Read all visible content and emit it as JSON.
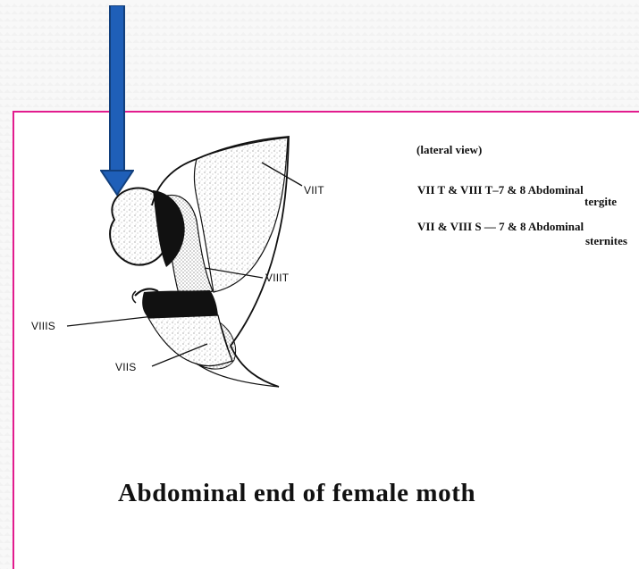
{
  "diagram": {
    "view_label": "(lateral view)",
    "legend": [
      "VII T & VIII  T–7 & 8 Abdominal",
      "tergite",
      "VII & VIII S — 7 & 8 Abdominal",
      "sternites"
    ],
    "labels": {
      "viit": "VIIT",
      "viiit": "VIIIT",
      "viiis": "VIIIS",
      "viis": "VIIS"
    },
    "caption": "Abdominal end of female moth"
  },
  "colors": {
    "accent_border": "#e21c8e",
    "arrow_fill": "#1f5fb8",
    "arrow_stroke": "#123f7c"
  }
}
